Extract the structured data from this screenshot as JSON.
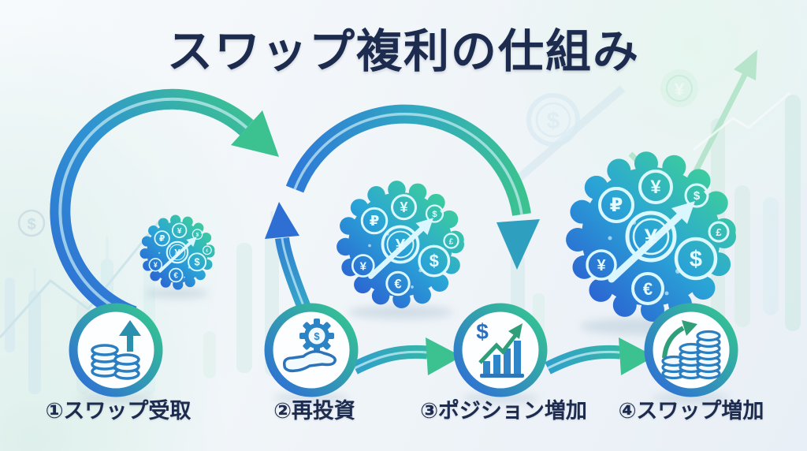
{
  "title": "スワップ複利の仕組み",
  "steps": [
    {
      "label": "①スワップ受取",
      "icon": "coins-up-arrow-icon"
    },
    {
      "label": "②再投資",
      "icon": "hand-gear-dollar-icon",
      "icon_symbol": "$"
    },
    {
      "label": "③ポジション増加",
      "icon": "dollar-bar-chart-icon",
      "icon_symbol": "$"
    },
    {
      "label": "④スワップ増加",
      "icon": "coin-stacks-growth-icon"
    }
  ],
  "spheres": {
    "center_symbol": "¥",
    "coin_symbols": [
      "¥",
      "₽",
      "$",
      "€",
      "¥",
      "$",
      "£"
    ]
  },
  "background": {
    "left_coin_symbol": "$",
    "top_coin_symbol": "$",
    "right_coin_symbol": "¥"
  },
  "colors": {
    "title_text": "#1d2b4e",
    "arrow_blue": "#2f6fd4",
    "arrow_green": "#3cc291",
    "sphere_blue": "#2b5fd2",
    "sphere_green": "#3ed296",
    "ring_blue": "#2f6bd8",
    "ring_green": "#35c98e",
    "background": "#eef4f8"
  }
}
